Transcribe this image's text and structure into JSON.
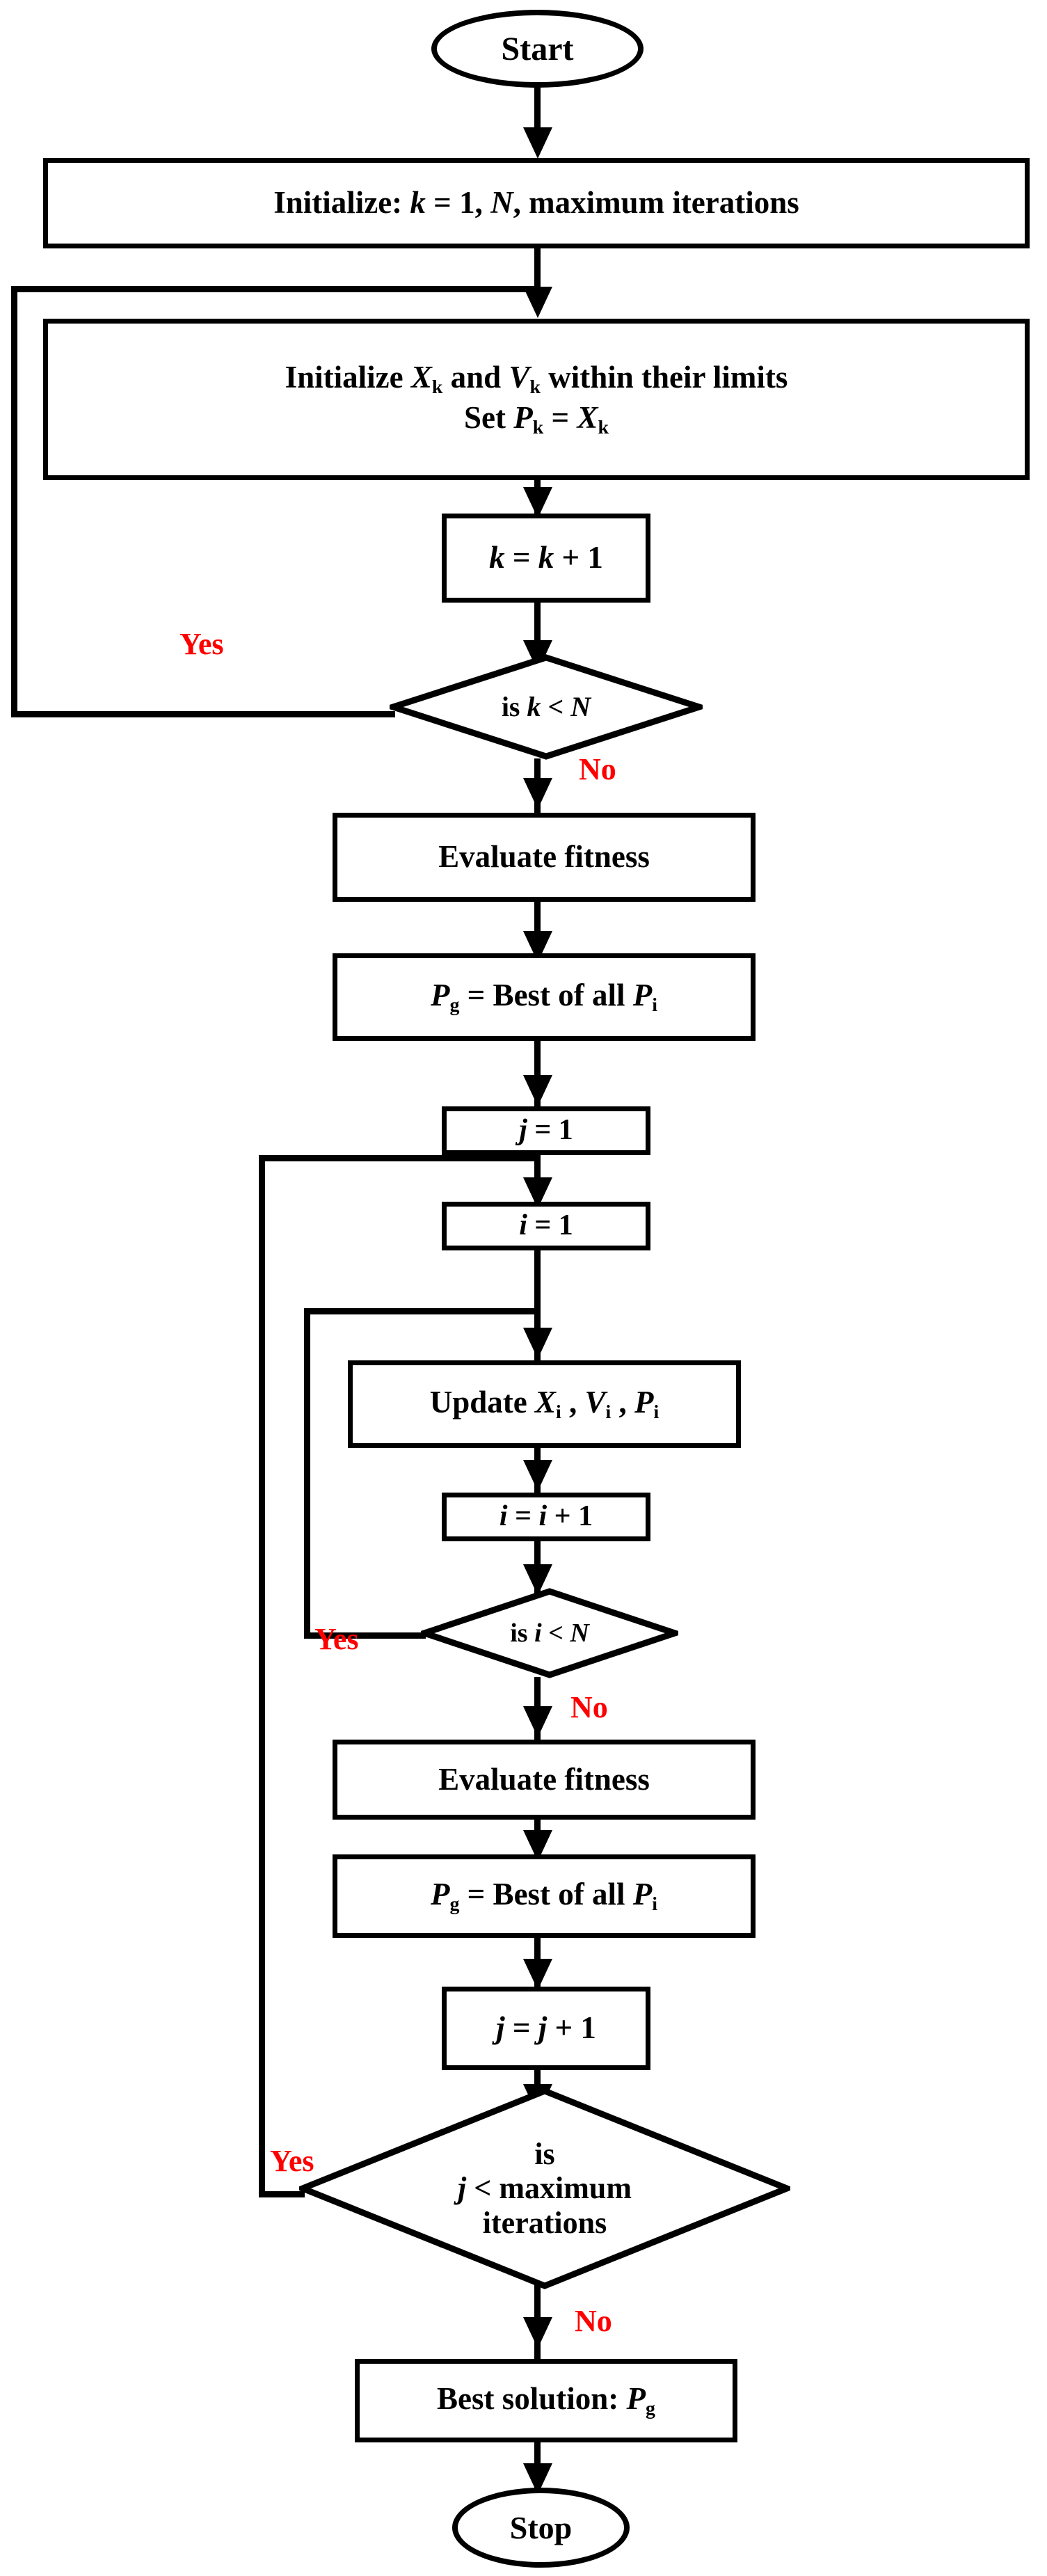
{
  "diagram": {
    "title": "PSO algorithm flowchart",
    "accent_color": "#ff0000",
    "line_color": "#000000",
    "background": "#ffffff"
  },
  "nodes": {
    "start": {
      "label": "Start",
      "shape": "terminator"
    },
    "initialize": {
      "label_html": "Initialize: <i>k</i> = 1, <i>N</i>, maximum iterations",
      "shape": "process"
    },
    "init_particles_line1": {
      "label_html": "Initialize <i>X</i><sub>k</sub> and <i>V</i><sub>k</sub> within their limits"
    },
    "init_particles_line2": {
      "label_html": "Set <i>P</i><sub>k</sub> = <i>X</i><sub>k</sub>"
    },
    "k_increment": {
      "label_html": "<i>k</i> = <i>k</i> + 1",
      "shape": "process"
    },
    "decide_k": {
      "label_html": "is <i>k</i> &lt; <i>N</i>",
      "shape": "decision"
    },
    "evaluate_fitness_1": {
      "label": "Evaluate fitness",
      "shape": "process"
    },
    "best_global_1": {
      "label_html": "<i>P</i><sub>g</sub> = Best of all <i>P</i><sub>i</sub>",
      "shape": "process"
    },
    "j_init": {
      "label_html": "<i>j</i> = 1",
      "shape": "process"
    },
    "i_init": {
      "label_html": "<i>i</i> = 1",
      "shape": "process"
    },
    "update": {
      "label_html": "Update <i>X</i><sub>i</sub> , <i>V</i><sub>i</sub> , <i>P</i><sub>i</sub>",
      "shape": "process"
    },
    "i_increment": {
      "label_html": "<i>i</i> = <i>i</i> + 1",
      "shape": "process"
    },
    "decide_i": {
      "label_html": "is <i>i</i> &lt; <i>N</i>",
      "shape": "decision"
    },
    "evaluate_fitness_2": {
      "label": "Evaluate fitness",
      "shape": "process"
    },
    "best_global_2": {
      "label_html": "<i>P</i><sub>g</sub> = Best of all <i>P</i><sub>i</sub>",
      "shape": "process"
    },
    "j_increment": {
      "label_html": "<i>j</i> = <i>j</i> + 1",
      "shape": "process"
    },
    "decide_j": {
      "label_html": "is<br><i>j</i> &lt; maximum<br>iterations",
      "shape": "decision"
    },
    "best_solution": {
      "label_html": "Best solution: <i>P</i><sub>g</sub>",
      "shape": "process"
    },
    "stop": {
      "label": "Stop",
      "shape": "terminator"
    }
  },
  "edge_labels": {
    "k_yes": "Yes",
    "k_no": "No",
    "i_yes": "Yes",
    "i_no": "No",
    "j_yes": "Yes",
    "j_no": "No"
  },
  "flow": [
    {
      "from": "start",
      "to": "initialize"
    },
    {
      "from": "initialize",
      "to": "init_particles"
    },
    {
      "from": "init_particles",
      "to": "k_increment"
    },
    {
      "from": "k_increment",
      "to": "decide_k"
    },
    {
      "from": "decide_k",
      "to": "init_particles",
      "label": "Yes"
    },
    {
      "from": "decide_k",
      "to": "evaluate_fitness_1",
      "label": "No"
    },
    {
      "from": "evaluate_fitness_1",
      "to": "best_global_1"
    },
    {
      "from": "best_global_1",
      "to": "j_init"
    },
    {
      "from": "j_init",
      "to": "i_init"
    },
    {
      "from": "i_init",
      "to": "update"
    },
    {
      "from": "update",
      "to": "i_increment"
    },
    {
      "from": "i_increment",
      "to": "decide_i"
    },
    {
      "from": "decide_i",
      "to": "update",
      "label": "Yes"
    },
    {
      "from": "decide_i",
      "to": "evaluate_fitness_2",
      "label": "No"
    },
    {
      "from": "evaluate_fitness_2",
      "to": "best_global_2"
    },
    {
      "from": "best_global_2",
      "to": "j_increment"
    },
    {
      "from": "j_increment",
      "to": "decide_j"
    },
    {
      "from": "decide_j",
      "to": "i_init",
      "label": "Yes"
    },
    {
      "from": "decide_j",
      "to": "best_solution",
      "label": "No"
    },
    {
      "from": "best_solution",
      "to": "stop"
    }
  ]
}
